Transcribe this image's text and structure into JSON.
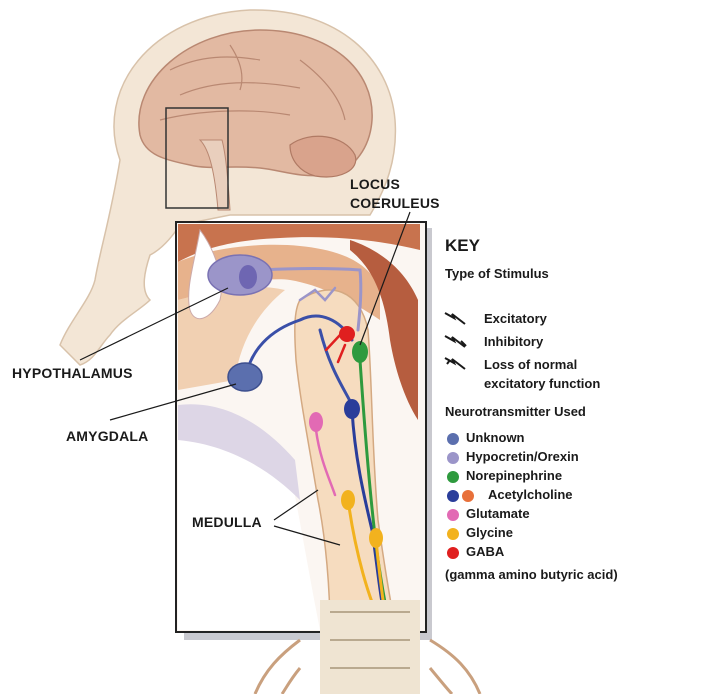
{
  "labels": {
    "locus": [
      "LOCUS",
      "COERULEUS"
    ],
    "hypothalamus": "HYPOTHALAMUS",
    "amygdala": "AMYGDALA",
    "medulla": "MEDULLA"
  },
  "key": {
    "title": "KEY",
    "stimulus_heading": "Type of Stimulus",
    "stimuli": [
      "Excitatory",
      "Inhibitory",
      "Loss of normal",
      "excitatory function"
    ],
    "neuro_heading": "Neurotransmitter Used",
    "neurotransmitters": [
      {
        "label": "Unknown",
        "color": "#5b6fae"
      },
      {
        "label": "Hypocretin/Orexin",
        "color": "#9b95c9"
      },
      {
        "label": "Norepinephrine",
        "color": "#2e9a3e"
      },
      {
        "label": "Acetylcholine",
        "color": "#2a3d9a",
        "color2": "#e8703a"
      },
      {
        "label": "Glutamate",
        "color": "#e26ab4"
      },
      {
        "label": "Glycine",
        "color": "#f2b21e"
      },
      {
        "label": "GABA",
        "color": "#e01f1f"
      }
    ],
    "gaba_note": "(gamma amino butyric acid)"
  }
}
